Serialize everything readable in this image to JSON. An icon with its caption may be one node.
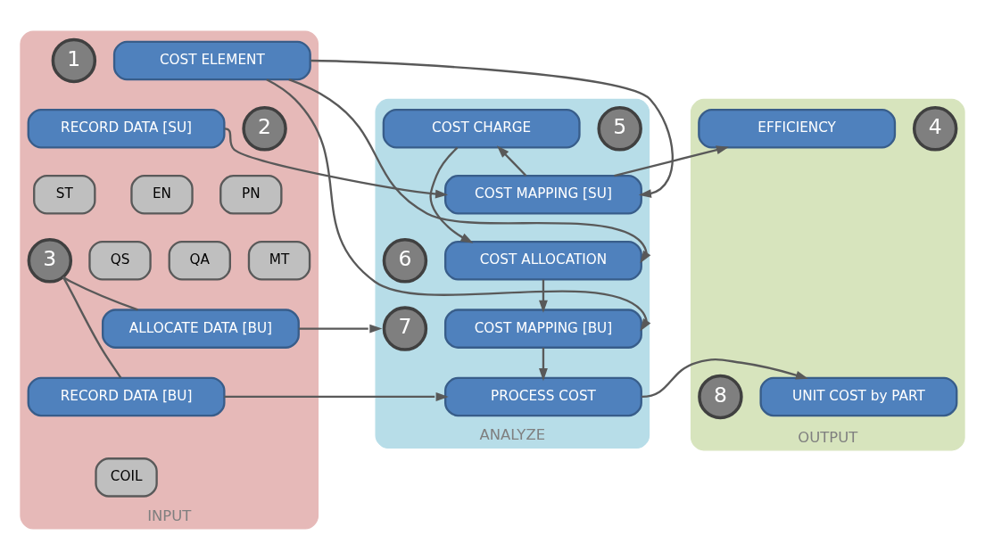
{
  "diagram": {
    "nodes": [
      {
        "text": [
          "INPUT"
        ]
      },
      {
        "text": [
          "1"
        ],
        "in": 0
      },
      {
        "text": [
          "COST ELEMENT"
        ],
        "in": 0
      },
      {
        "text": [
          "2"
        ],
        "in": 0
      },
      {
        "text": [
          "RECORD DATA [SU]"
        ],
        "in": 0
      },
      {
        "text": [
          "PN"
        ],
        "in": 0
      },
      {
        "text": [
          "EN"
        ],
        "in": 0
      },
      {
        "text": [
          "ST"
        ],
        "in": 0
      },
      {
        "text": [
          "MT"
        ],
        "in": 0
      },
      {
        "text": [
          "QA"
        ],
        "in": 0
      },
      {
        "text": [
          "QS"
        ],
        "in": 0
      },
      {
        "text": [
          "3"
        ],
        "in": 0
      },
      {
        "text": [
          "ALLOCATE DATA [BU]"
        ],
        "in": 0
      },
      {
        "text": [
          "RECORD DATA [BU]"
        ],
        "in": 0
      },
      {
        "text": [
          "COIL"
        ],
        "in": 0
      },
      {
        "text": [
          "ANALYZE"
        ]
      },
      {
        "text": [
          "COST MAPPING [SU]"
        ],
        "in": 15
      },
      {
        "text": [
          "5"
        ],
        "in": 15
      },
      {
        "text": [
          "COST CHARGE"
        ],
        "in": 15
      },
      {
        "text": [
          "6"
        ],
        "in": 15
      },
      {
        "text": [
          "COST ALLOCATION"
        ],
        "in": 15
      },
      {
        "text": [
          "7"
        ],
        "in": 15
      },
      {
        "text": [
          "COST MAPPING [BU]"
        ],
        "in": 15
      },
      {
        "text": [
          "PROCESS COST"
        ],
        "in": 15
      },
      {
        "text": [
          "OUTPUT"
        ]
      },
      {
        "text": [
          "4"
        ],
        "in": 24
      },
      {
        "text": [
          "EFFICIENCY"
        ],
        "in": 24
      },
      {
        "text": [
          "UNIT COST by PART"
        ],
        "in": 24
      },
      {
        "text": [
          "8"
        ],
        "in": 24
      }
    ],
    "edges": [
      {
        "from": 2,
        "to": 16,
        "arrow": "to"
      },
      {
        "from": 2,
        "to": 20,
        "arrow": "to"
      },
      {
        "from": 2,
        "to": 22,
        "arrow": "to"
      },
      {
        "from": 4,
        "to": 16,
        "arrow": "to"
      },
      {
        "from": 16,
        "to": 18,
        "arrow": "to"
      },
      {
        "from": 16,
        "to": 26,
        "arrow": "to"
      },
      {
        "from": 18,
        "to": 20,
        "arrow": "to"
      },
      {
        "from": 20,
        "to": 22,
        "arrow": "to"
      },
      {
        "from": 22,
        "to": 23,
        "arrow": "to"
      },
      {
        "from": 12,
        "to": 21,
        "arrow": "to"
      },
      {
        "from": 13,
        "to": 23,
        "arrow": "to"
      },
      {
        "from": 23,
        "to": 27,
        "arrow": "to"
      },
      {
        "from": 11,
        "to": 12,
        "arrow": "none"
      },
      {
        "from": 11,
        "to": 13,
        "arrow": "none"
      }
    ]
  }
}
